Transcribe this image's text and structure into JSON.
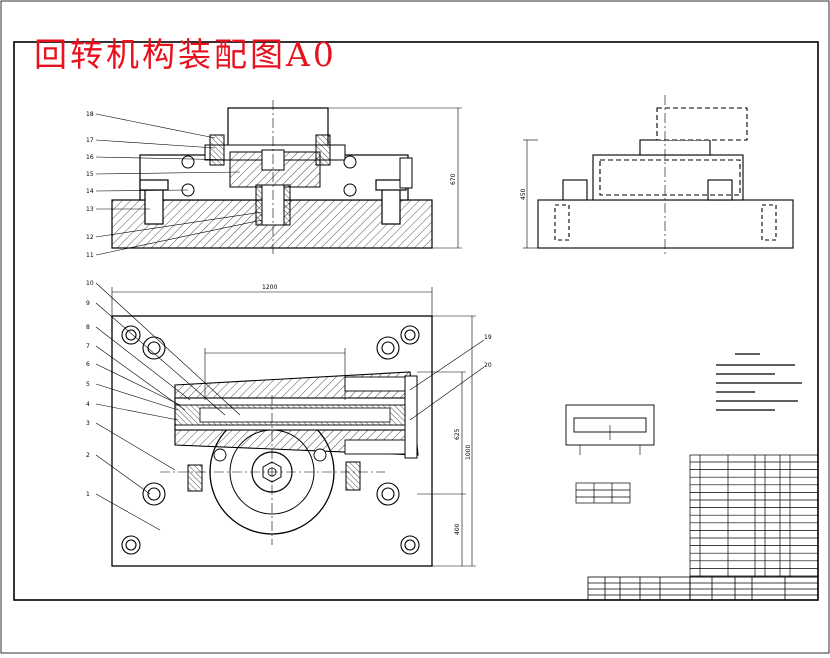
{
  "drawing": {
    "title": "回转机构装配图A0",
    "title_color": "#e8121e",
    "line_color": "#000000",
    "hatch_color": "#000000"
  },
  "front_view": {
    "callouts": [
      "18",
      "17",
      "16",
      "15",
      "14",
      "13",
      "12",
      "11"
    ],
    "height_dimension": "670"
  },
  "side_view": {
    "height_dimension": "450"
  },
  "top_view": {
    "callouts_left": [
      "10",
      "9",
      "8",
      "7",
      "6",
      "5",
      "4",
      "3",
      "2",
      "1"
    ],
    "callouts_right": [
      "19",
      "20"
    ],
    "width_dimension": "1200",
    "height_dimension_outer": "1000",
    "height_dimension_inner": "625",
    "height_dimension_lower": "400"
  }
}
